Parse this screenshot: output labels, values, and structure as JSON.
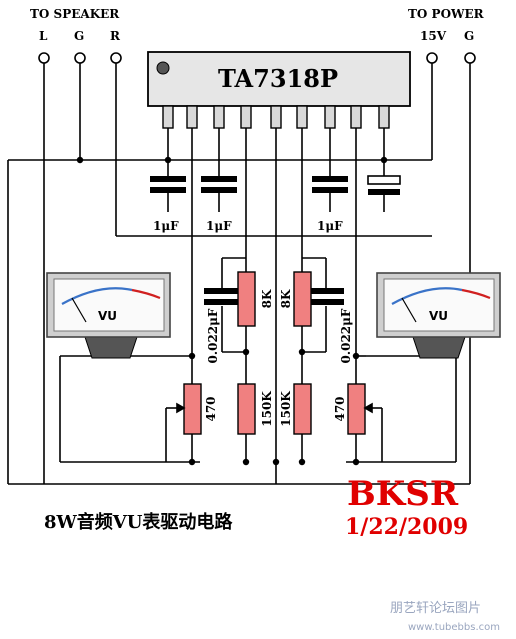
{
  "labels": {
    "to_speaker": "TO SPEAKER",
    "to_power": "TO POWER",
    "speaker_l": "L",
    "speaker_g": "G",
    "speaker_r": "R",
    "power_15v": "15V",
    "power_g": "G",
    "ic_name": "TA7318P",
    "cap_c1": "1μF",
    "cap_c2": "1μF",
    "cap_c3": "1μF",
    "cap_left": "0.022μF",
    "cap_right": "0.022μF",
    "res_8k_left": "8K",
    "res_8k_right": "8K",
    "res_150k_left": "150K",
    "res_150k_right": "150K",
    "res_470_left": "470",
    "res_470_right": "470",
    "vu_left": "VU",
    "vu_right": "VU",
    "title": "8W音频VU表驱动电路",
    "brand": "BKSR",
    "date": "1/22/2009",
    "watermark": "朋艺轩论坛图片",
    "watermark_url": "www.tubebbs.com"
  },
  "colors": {
    "wire": "#000000",
    "resistor_fill": "#f08080",
    "ic_fill": "#e6e6e6",
    "brand": "#e00000",
    "meter_scale_blue": "#3a73c8",
    "meter_scale_red": "#d02020",
    "watermark": "#9aa6bf"
  }
}
